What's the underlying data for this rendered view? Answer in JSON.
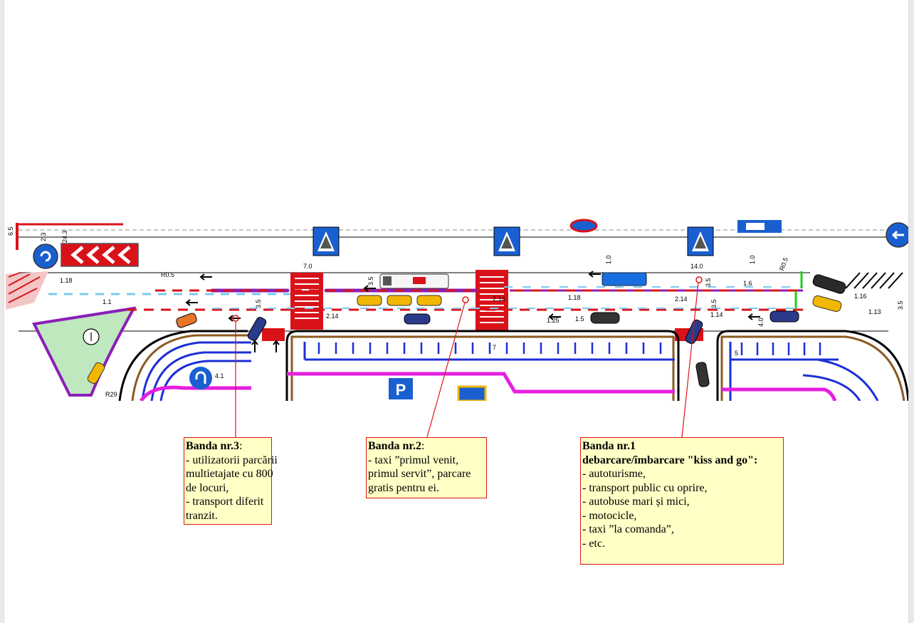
{
  "callouts": [
    {
      "id": "banda-3",
      "title": "Banda nr.3",
      "title_suffix": ":",
      "lines": [
        "- utilizatorii parcării",
        "multietajate cu 800",
        "de locuri,",
        "- transport diferit",
        "tranzit."
      ]
    },
    {
      "id": "banda-2",
      "title": "Banda nr.2",
      "title_suffix": ":",
      "lines": [
        "- taxi ”primul venit,",
        "primul servit”, parcare",
        "gratis pentru ei."
      ]
    },
    {
      "id": "banda-1",
      "title": "Banda nr.1",
      "title_line2": "debarcare/îmbarcare \"kiss and go\":",
      "lines": [
        "- autoturisme,",
        "- transport public cu oprire,",
        "- autobuse mari și mici,",
        "- motocicle,",
        "- taxi ”la comanda”,",
        "- etc."
      ]
    }
  ],
  "plan": {
    "dimension_labels": [
      "6.5",
      "2.3",
      "24.3",
      "7.0",
      "3.5",
      "3.5",
      "14.0",
      "1.0",
      "1.0",
      "R0.5",
      "3.5",
      "3.5",
      "4.0",
      "1.18",
      "1.18",
      "1.1",
      "1.25",
      "1.5",
      "1.6",
      "1.16",
      "1.13",
      "3.5",
      "R0.5",
      "4.1",
      "R29",
      "2.14",
      "2.14",
      "2.14",
      "1.14",
      "5",
      "7"
    ],
    "lane_markers": [
      "3.5",
      "3.5",
      "3.5",
      "4.0"
    ],
    "parking_sign": "P",
    "colors": {
      "red_hatch": "#d9121a",
      "blue_road": "#1c2fd6",
      "magenta": "#e61ee0",
      "purple": "#8a1fb8",
      "brown": "#8b5a22",
      "green_island": "#7fd27f",
      "sign_blue": "#1a5fd0",
      "taxi": "#f2b705",
      "callout_fill": "#ffffc6",
      "callout_border": "#e0141a"
    }
  }
}
